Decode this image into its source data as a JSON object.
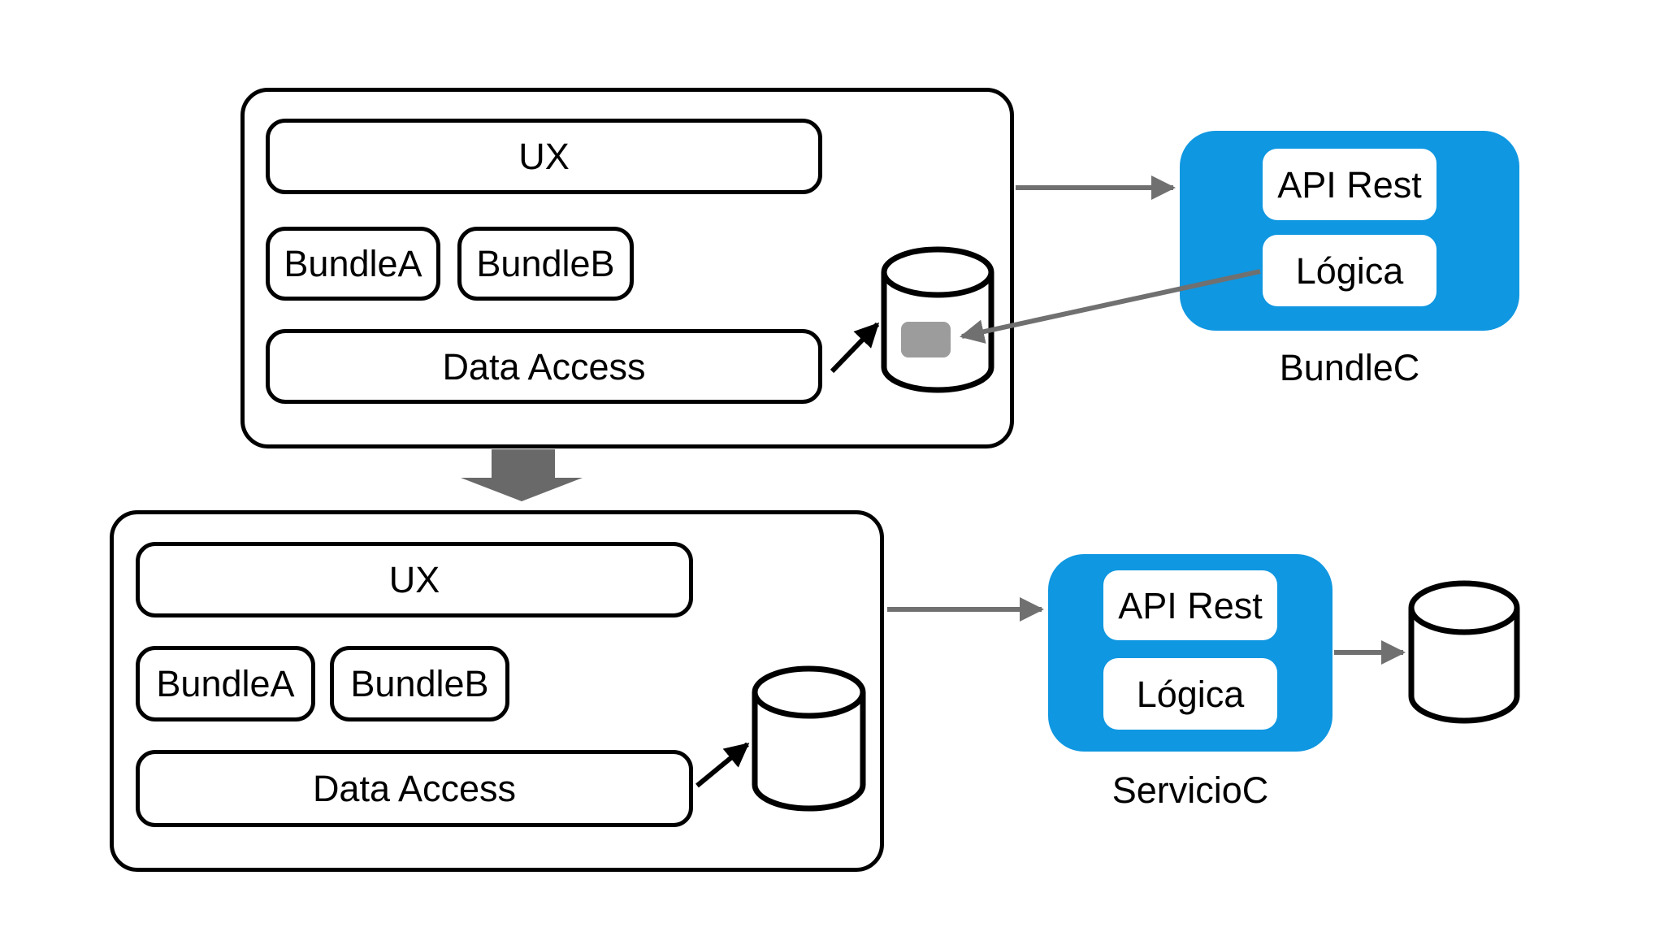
{
  "diagram": {
    "colors": {
      "accent_blue": "#0f97e1",
      "arrow_gray": "#707070",
      "block_arrow_gray": "#696969",
      "data_icon_gray": "#9c9c9c",
      "outline_black": "#000000"
    },
    "monolith_top": {
      "ux_label": "UX",
      "bundle_a_label": "BundleA",
      "bundle_b_label": "BundleB",
      "data_access_label": "Data Access"
    },
    "bundle_c": {
      "api_rest_label": "API Rest",
      "logica_label": "Lógica",
      "caption": "BundleC"
    },
    "monolith_bottom": {
      "ux_label": "UX",
      "bundle_a_label": "BundleA",
      "bundle_b_label": "BundleB",
      "data_access_label": "Data Access"
    },
    "servicio_c": {
      "api_rest_label": "API Rest",
      "logica_label": "Lógica",
      "caption": "ServicioC"
    }
  }
}
